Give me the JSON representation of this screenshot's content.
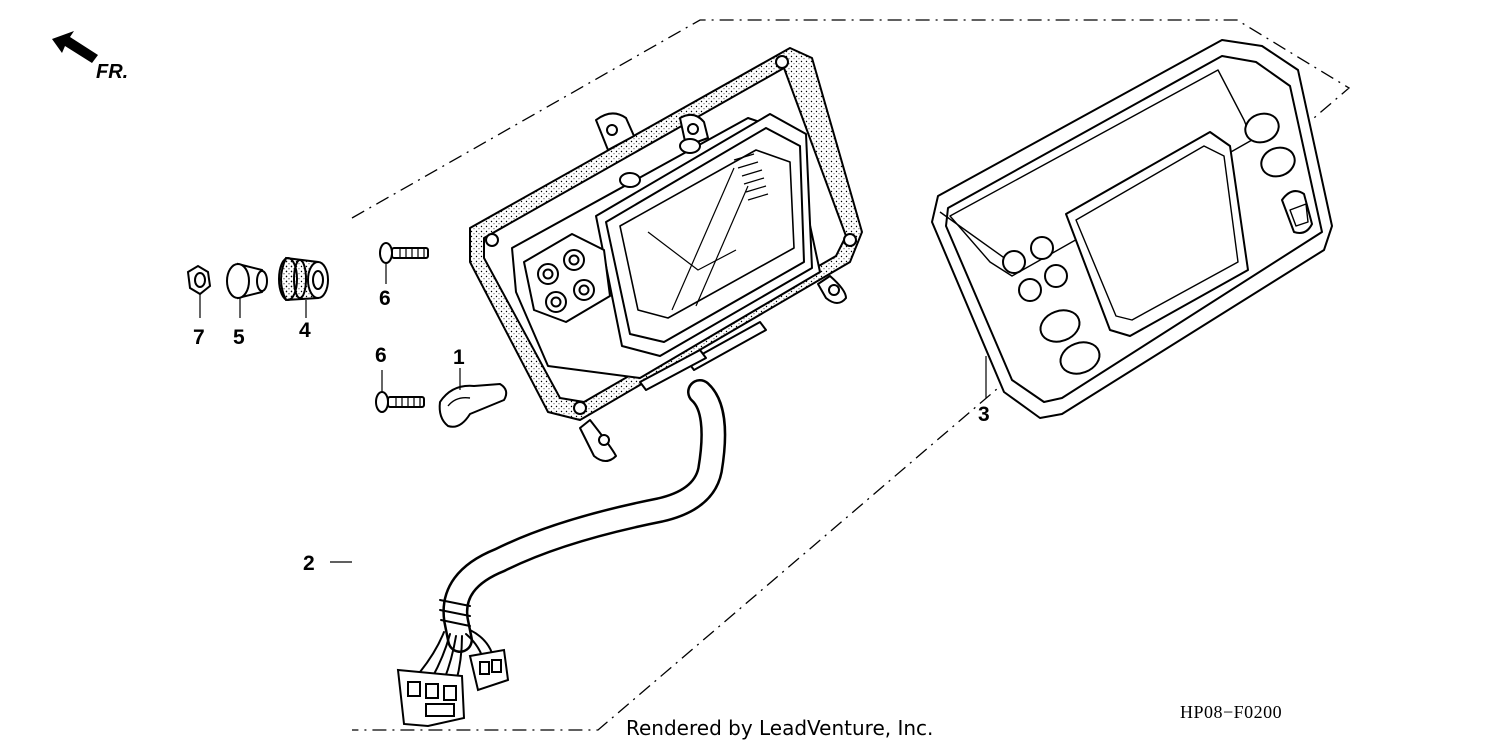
{
  "direction": {
    "text": "FR.",
    "icon": "front-arrow-icon"
  },
  "callouts": [
    {
      "id": "1",
      "text": "1"
    },
    {
      "id": "2",
      "text": "2"
    },
    {
      "id": "3",
      "text": "3"
    },
    {
      "id": "4",
      "text": "4"
    },
    {
      "id": "5",
      "text": "5"
    },
    {
      "id": "6a",
      "text": "6"
    },
    {
      "id": "6b",
      "text": "6"
    },
    {
      "id": "7",
      "text": "7"
    }
  ],
  "diagram_code": "HP08−F0200",
  "credit": "Rendered by LeadVenture, Inc."
}
